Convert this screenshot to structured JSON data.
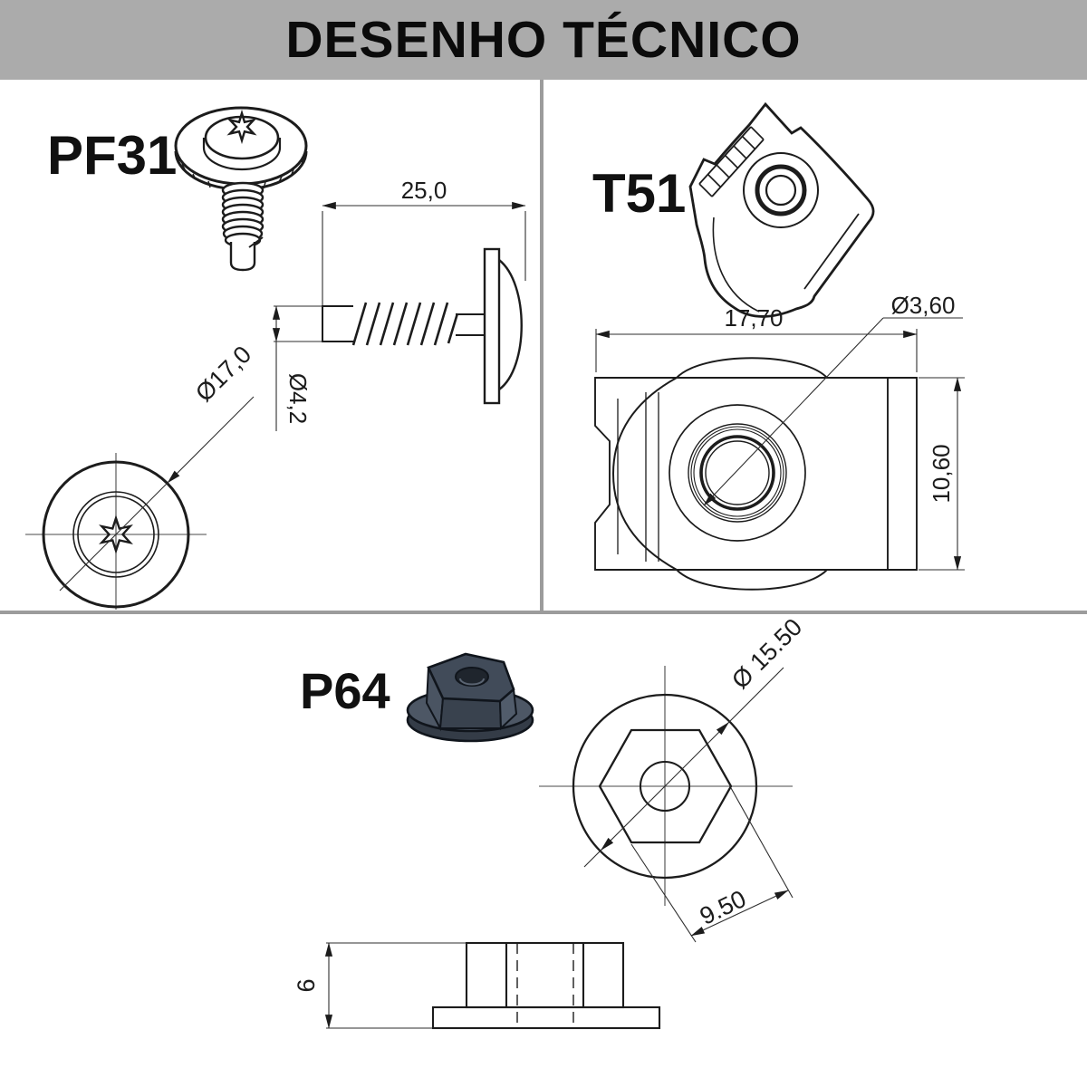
{
  "title": "DESENHO TÉCNICO",
  "colors": {
    "banner_bg": "#ababab",
    "banner_text": "#0b0b0b",
    "drawing_line": "#1c1c1c",
    "divider": "#9c9c9c",
    "nut_top": "#414b59",
    "nut_face_dark": "#39424e",
    "nut_face_light": "#515c6b",
    "nut_flange": "#4d5765",
    "nut_hole": "#1f252d"
  },
  "parts": {
    "pf31": {
      "label": "PF31",
      "dim_length": "25,0",
      "dim_shank_dia": "Ø4,2",
      "dim_head_dia": "Ø17,0"
    },
    "t51": {
      "label": "T51",
      "dim_width": "17,70",
      "dim_hole_dia": "Ø3,60",
      "dim_height": "10,60"
    },
    "p64": {
      "label": "P64",
      "dim_flange_dia": "Ø 15.50",
      "dim_across_flats": "9.50",
      "dim_height": "6"
    }
  }
}
